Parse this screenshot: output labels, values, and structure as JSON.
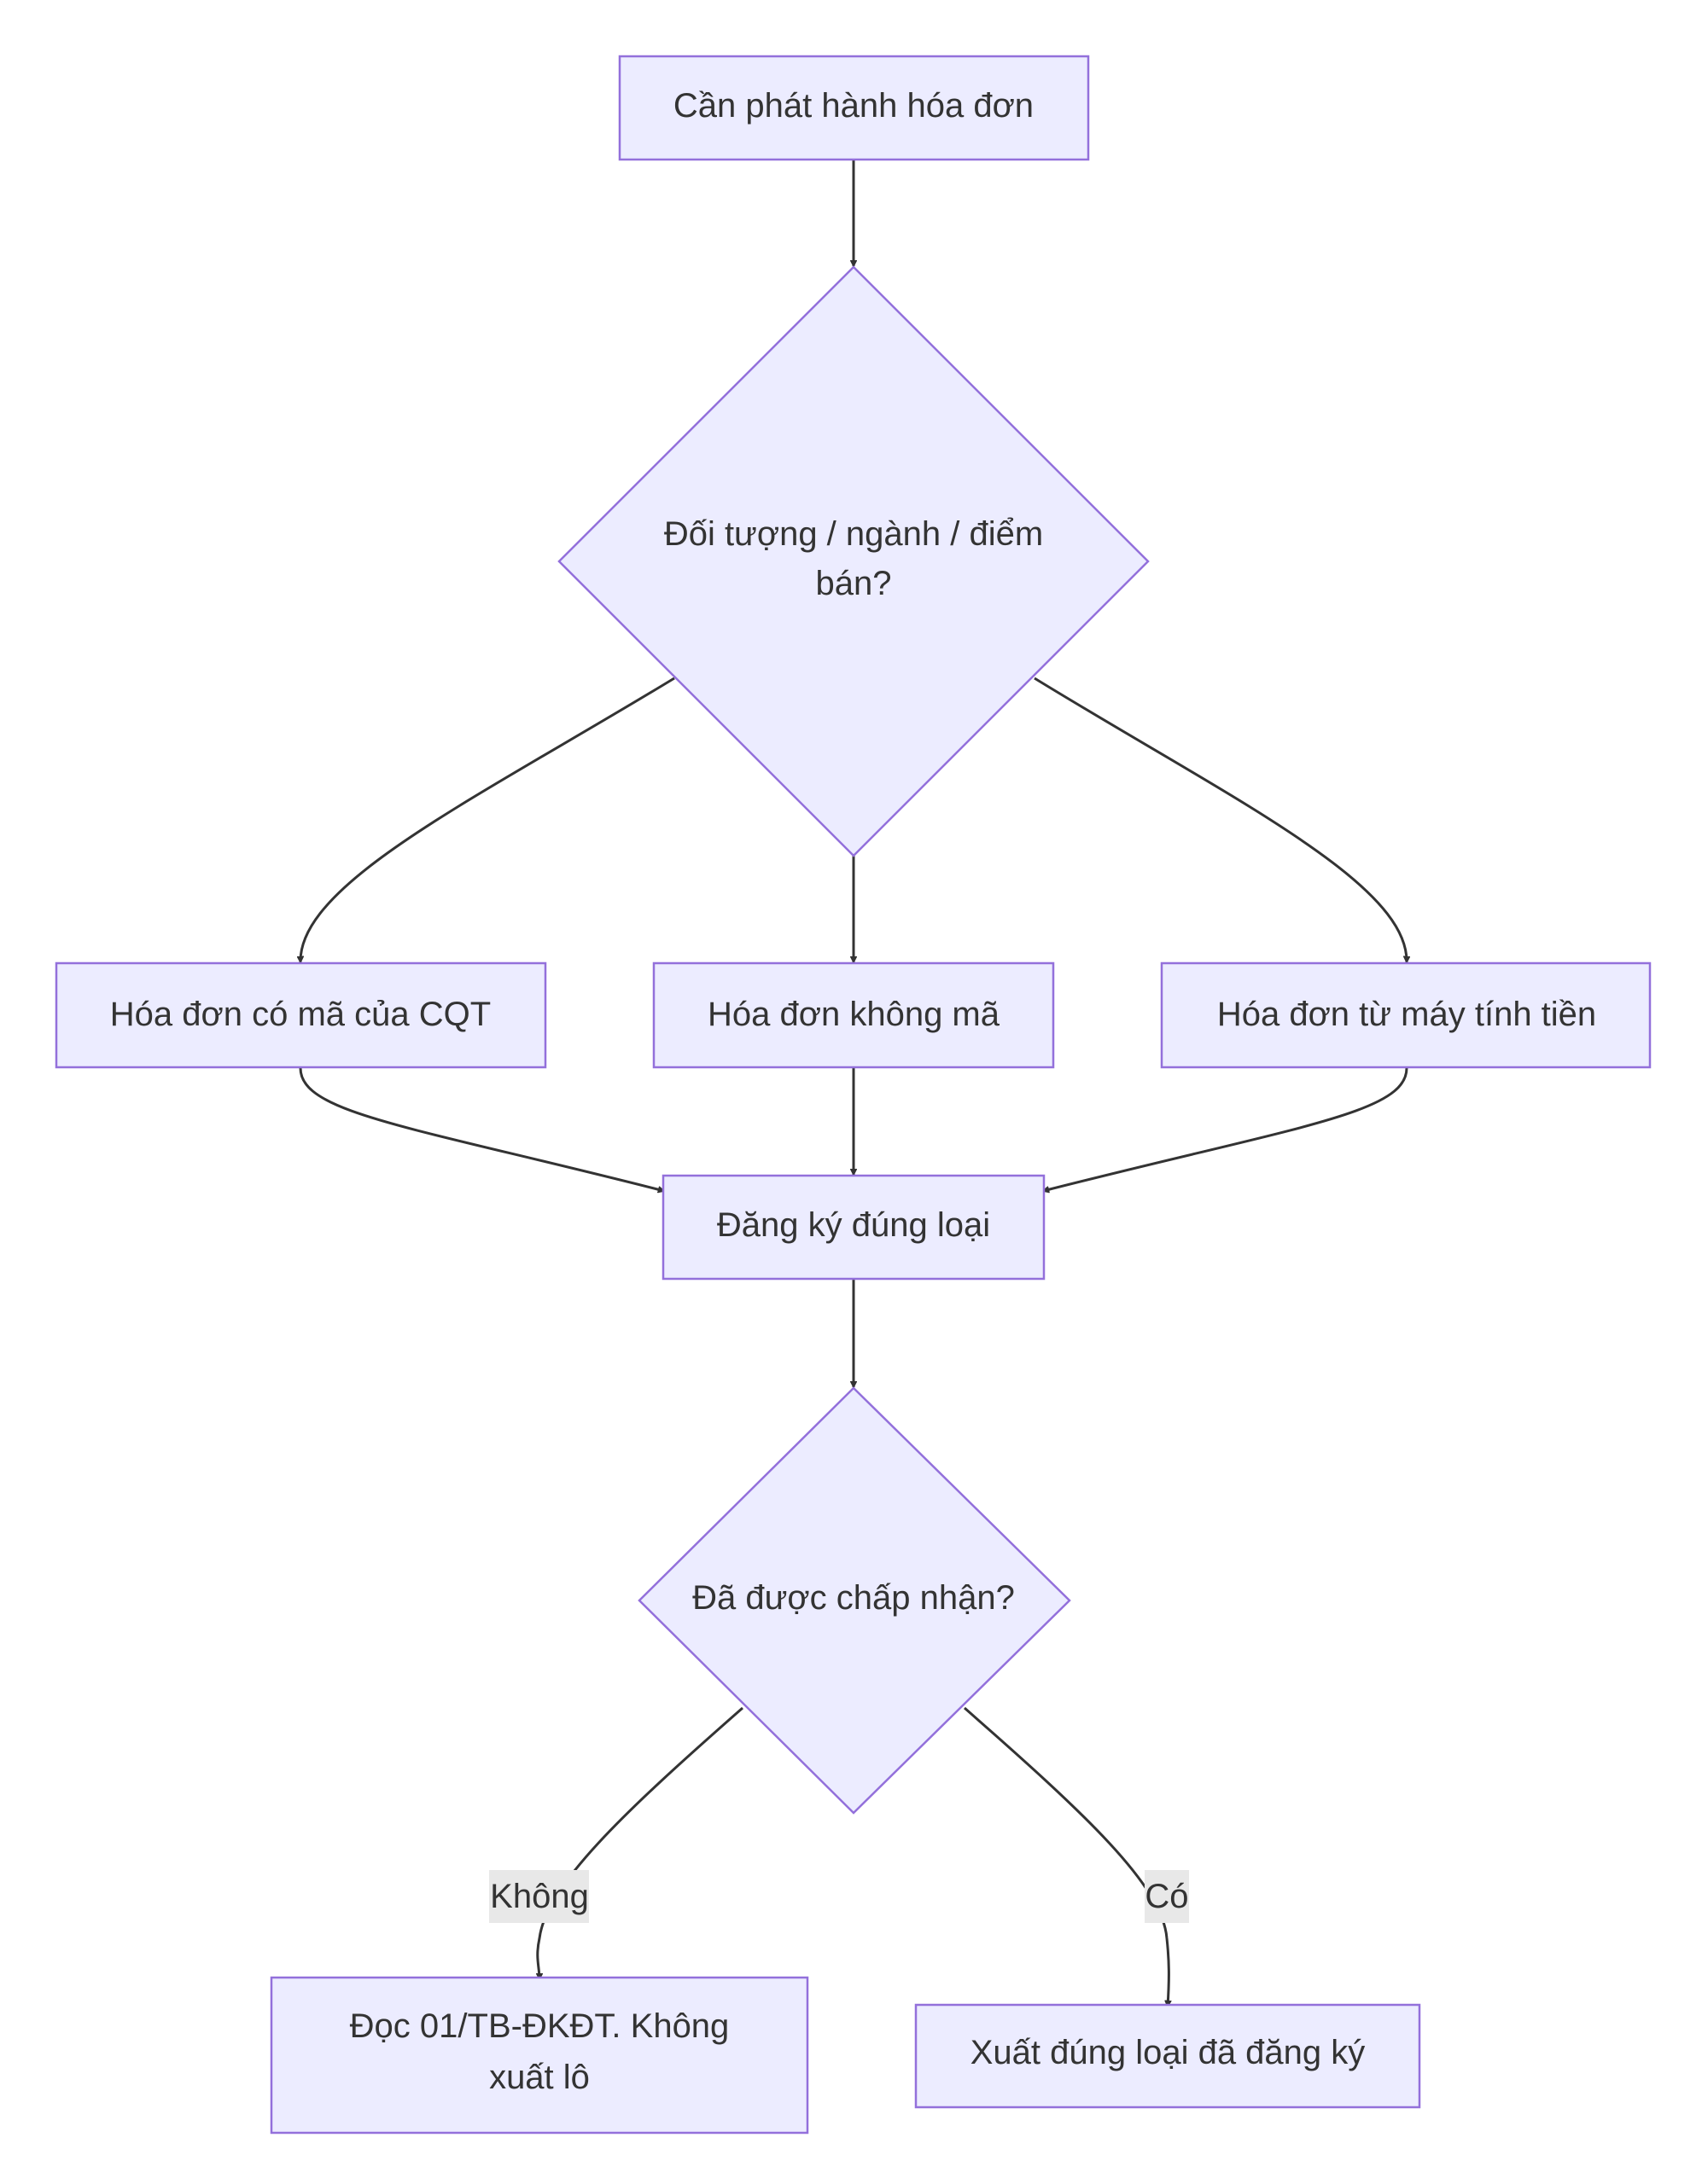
{
  "diagram": {
    "type": "flowchart",
    "colors": {
      "node_fill": "#ECECFF",
      "node_border": "#9370DB",
      "edge": "#333333",
      "text": "#333333",
      "label_background": "#E8E8E8"
    },
    "nodes": {
      "start": {
        "shape": "rect",
        "lines": [
          "Cần phát hành hóa đơn"
        ]
      },
      "q_type": {
        "shape": "diamond",
        "lines": [
          "Đối tượng / ngành / điểm",
          "bán?"
        ]
      },
      "invoice_cqt": {
        "shape": "rect",
        "lines": [
          "Hóa đơn có mã của CQT"
        ]
      },
      "invoice_nocode": {
        "shape": "rect",
        "lines": [
          "Hóa đơn không mã"
        ]
      },
      "invoice_register": {
        "shape": "rect",
        "lines": [
          "Hóa đơn từ máy tính tiền"
        ]
      },
      "register": {
        "shape": "rect",
        "lines": [
          "Đăng ký đúng loại"
        ]
      },
      "q_accepted": {
        "shape": "diamond",
        "lines": [
          "Đã được chấp nhận?"
        ]
      },
      "read_notice": {
        "shape": "rect",
        "lines": [
          "Đọc 01/TB-ĐKĐT. Không",
          "xuất lô"
        ]
      },
      "issue": {
        "shape": "rect",
        "lines": [
          "Xuất đúng loại đã đăng ký"
        ]
      }
    },
    "edges": [
      {
        "from": "start",
        "to": "q_type",
        "label": ""
      },
      {
        "from": "q_type",
        "to": "invoice_cqt",
        "label": ""
      },
      {
        "from": "q_type",
        "to": "invoice_nocode",
        "label": ""
      },
      {
        "from": "q_type",
        "to": "invoice_register",
        "label": ""
      },
      {
        "from": "invoice_cqt",
        "to": "register",
        "label": ""
      },
      {
        "from": "invoice_nocode",
        "to": "register",
        "label": ""
      },
      {
        "from": "invoice_register",
        "to": "register",
        "label": ""
      },
      {
        "from": "register",
        "to": "q_accepted",
        "label": ""
      },
      {
        "from": "q_accepted",
        "to": "read_notice",
        "label": "Không"
      },
      {
        "from": "q_accepted",
        "to": "issue",
        "label": "Có"
      }
    ]
  }
}
